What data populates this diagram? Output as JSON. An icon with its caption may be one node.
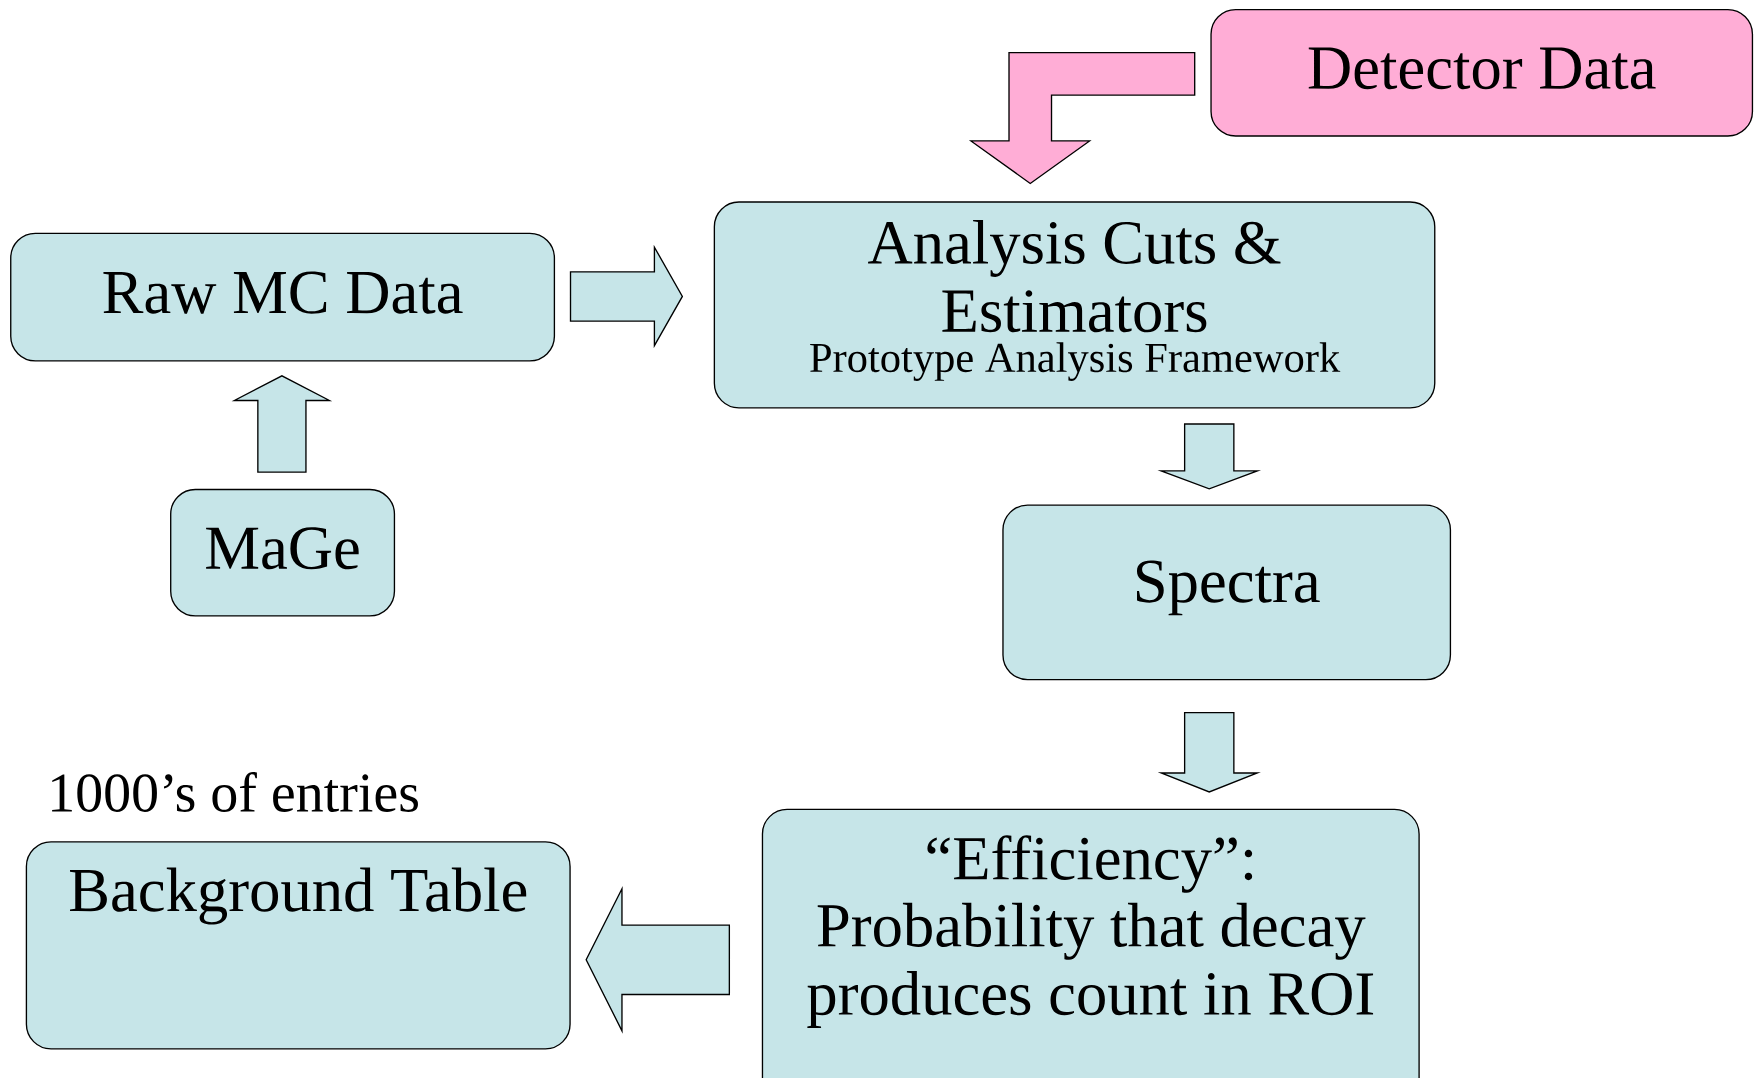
{
  "diagram": {
    "nodes": [
      {
        "text": [
          "Detector Data"
        ]
      },
      {
        "text": [
          "Analysis Cuts & Estimators",
          "Prototype Analysis Framework"
        ]
      },
      {
        "text": [
          "Raw MC Data"
        ]
      },
      {
        "text": [
          "MaGe"
        ]
      },
      {
        "text": [
          "Spectra"
        ]
      },
      {
        "text": [
          "Background Table"
        ],
        "beside": [
          "1000’s of entries"
        ]
      },
      {
        "text": [
          "“Efficiency”:",
          "Probability that decay produces count in ROI"
        ]
      }
    ],
    "edges": [
      {
        "from": 0,
        "to": 1,
        "arrow": "to",
        "color": "#ffadd6"
      },
      {
        "from": 2,
        "to": 1,
        "arrow": "to"
      },
      {
        "from": 3,
        "to": 2,
        "arrow": "to"
      },
      {
        "from": 1,
        "to": 4,
        "arrow": "to"
      },
      {
        "from": 4,
        "to": 6,
        "arrow": "to"
      },
      {
        "from": 6,
        "to": 5,
        "arrow": "to"
      }
    ]
  }
}
